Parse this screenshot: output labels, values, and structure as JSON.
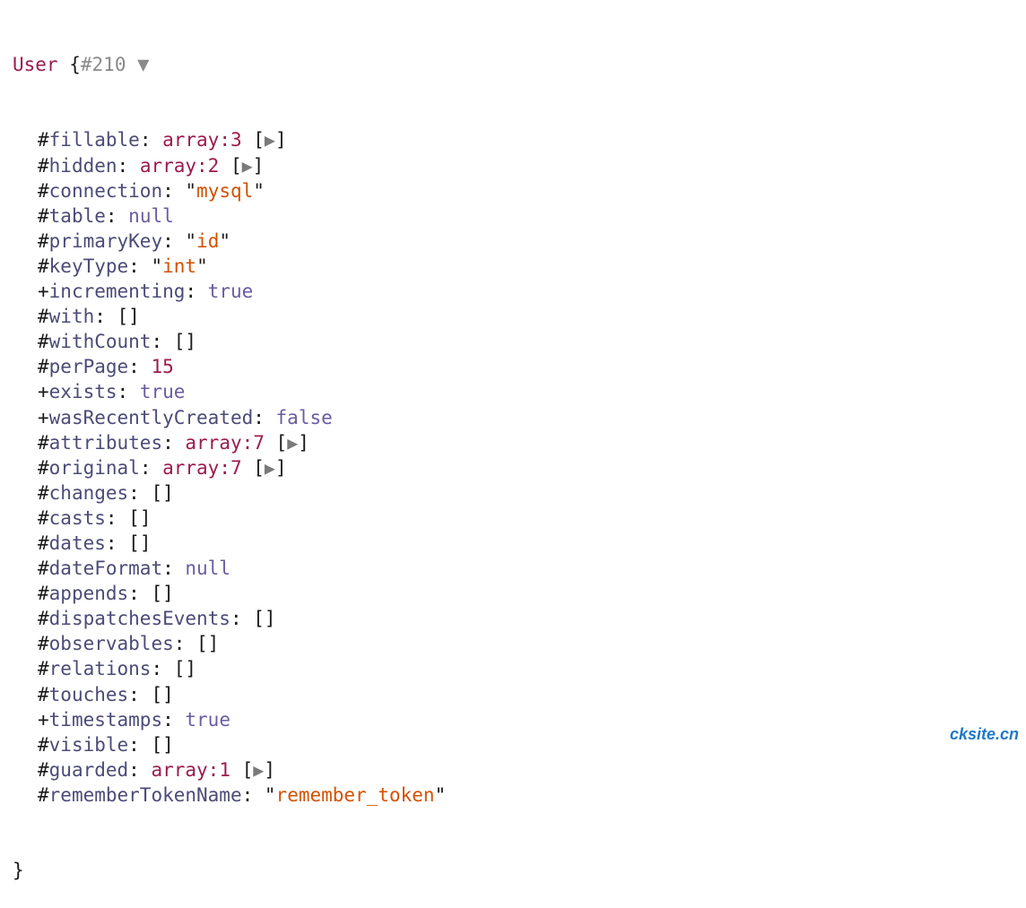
{
  "dump": {
    "class_name": "User",
    "open_brace": "{",
    "object_id": "#210",
    "collapse_icon": "triangle-down-icon",
    "close_brace": "}",
    "properties": [
      {
        "mod": "#",
        "name": "fillable",
        "type": "array",
        "value": "array:3",
        "expand_icon": "triangle-right-icon"
      },
      {
        "mod": "#",
        "name": "hidden",
        "type": "array",
        "value": "array:2",
        "expand_icon": "triangle-right-icon"
      },
      {
        "mod": "#",
        "name": "connection",
        "type": "string",
        "value": "mysql"
      },
      {
        "mod": "#",
        "name": "table",
        "type": "const",
        "value": "null"
      },
      {
        "mod": "#",
        "name": "primaryKey",
        "type": "string",
        "value": "id"
      },
      {
        "mod": "#",
        "name": "keyType",
        "type": "string",
        "value": "int"
      },
      {
        "mod": "+",
        "name": "incrementing",
        "type": "const",
        "value": "true"
      },
      {
        "mod": "#",
        "name": "with",
        "type": "empty",
        "value": "[]"
      },
      {
        "mod": "#",
        "name": "withCount",
        "type": "empty",
        "value": "[]"
      },
      {
        "mod": "#",
        "name": "perPage",
        "type": "number",
        "value": "15"
      },
      {
        "mod": "+",
        "name": "exists",
        "type": "const",
        "value": "true"
      },
      {
        "mod": "+",
        "name": "wasRecentlyCreated",
        "type": "const",
        "value": "false"
      },
      {
        "mod": "#",
        "name": "attributes",
        "type": "array",
        "value": "array:7",
        "expand_icon": "triangle-right-icon"
      },
      {
        "mod": "#",
        "name": "original",
        "type": "array",
        "value": "array:7",
        "expand_icon": "triangle-right-icon"
      },
      {
        "mod": "#",
        "name": "changes",
        "type": "empty",
        "value": "[]"
      },
      {
        "mod": "#",
        "name": "casts",
        "type": "empty",
        "value": "[]"
      },
      {
        "mod": "#",
        "name": "dates",
        "type": "empty",
        "value": "[]"
      },
      {
        "mod": "#",
        "name": "dateFormat",
        "type": "const",
        "value": "null"
      },
      {
        "mod": "#",
        "name": "appends",
        "type": "empty",
        "value": "[]"
      },
      {
        "mod": "#",
        "name": "dispatchesEvents",
        "type": "empty",
        "value": "[]"
      },
      {
        "mod": "#",
        "name": "observables",
        "type": "empty",
        "value": "[]"
      },
      {
        "mod": "#",
        "name": "relations",
        "type": "empty",
        "value": "[]"
      },
      {
        "mod": "#",
        "name": "touches",
        "type": "empty",
        "value": "[]"
      },
      {
        "mod": "+",
        "name": "timestamps",
        "type": "const",
        "value": "true"
      },
      {
        "mod": "#",
        "name": "visible",
        "type": "empty",
        "value": "[]"
      },
      {
        "mod": "#",
        "name": "guarded",
        "type": "array",
        "value": "array:1",
        "expand_icon": "triangle-right-icon"
      },
      {
        "mod": "#",
        "name": "rememberTokenName",
        "type": "string",
        "value": "remember_token"
      }
    ]
  },
  "watermark": {
    "text": "cksite.cn"
  },
  "colors": {
    "class_name": "#9b1b4f",
    "property": "#4b4b78",
    "string": "#d45100",
    "number": "#9b1b4f",
    "constant": "#6b5ba3",
    "watermark": "#1f79c9"
  }
}
